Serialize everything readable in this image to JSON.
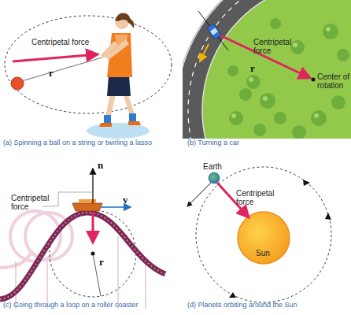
{
  "diagram": {
    "labels": [
      "Centripetal force",
      "r",
      "(a) Spinning a ball on a string or twirling a lasso",
      "Centripetal force",
      "r",
      "Center of rotation",
      "(b) Turning a car",
      "n",
      "Centripetal force",
      "v",
      "r",
      "(c) Going through a loop on a roller coaster",
      "Earth",
      "Centripetal force",
      "Sun",
      "(d) Planets orbiting around the Sun"
    ]
  }
}
